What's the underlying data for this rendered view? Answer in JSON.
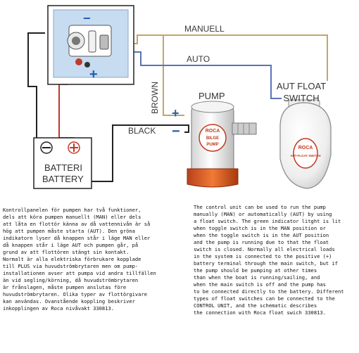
{
  "wires": {
    "manual": "MANUELL",
    "auto": "AUTO",
    "brown": "BROWN",
    "black": "BLACK"
  },
  "panel": {
    "plus": "+",
    "minus": "−"
  },
  "battery": {
    "line1": "BATTERI",
    "line2": "BATTERY"
  },
  "pump": {
    "label": "PUMP",
    "plus": "+",
    "minus": "−",
    "brand": "ROCA",
    "badge1": "BILGE",
    "badge2": "PUMP"
  },
  "float_switch": {
    "label1": "AUT FLOAT",
    "label2": "SWITCH",
    "brand": "ROCA",
    "badge": "AUT-FLOAT SWITCH"
  },
  "text_sv": "Kontrollpanelen för pumpen har två funktioner,\ndels att köra pumpen manuellt (MAN) eller dels\natt låta en flottör känna av då vattennivån är så\nhög att pumpen måste starta (AUT). Den gröna\nindikatorn lyser då knappen står i läge MAN eller\ndå knappen står i läge AUT och pumpen går, på\ngrund av att flottören stängt sin kontakt.\nNormalt är alla elektriska förbrukare kopplade\ntill PLUS via huvudströmbrytaren men om pump-\ninstallationen avser att pumpa vid andra tillfällen\nän vid segling/körning, då huvudströmbrytaren\när frånslagen, måste pumpen anslutas före\nhuvudströmbrytaren. Olika typer av flottörgivare\nkan användas. Ovanstående koppling beskriver\ninkopplingen av Roca nivåvakt 330813.",
  "text_en": "The control unit can be used to run the pump\nmanually (MAN) or automatically (AUT) by using\na float switch. The green indicator litght is lit\nwhen toggle switch is in the MAN position or\nwhen the toggle switch is in the AUT position\nand the pump is running due to that the float\nswitch is closed. Normally all electrical loads\nin the system is connected to the positive (+)\nbattery terminal through the main switch, but if\nthe pump should be pumping at other times\nthan when the boat is running/sailing, and\nwhen the main switch is off and the pump has\nto be connected directly to the battery. Different\ntypes of float switches can be connected to the\nCONTROL UNIT, and the schematic describes\nthe connection with Roca float swich 330813."
}
